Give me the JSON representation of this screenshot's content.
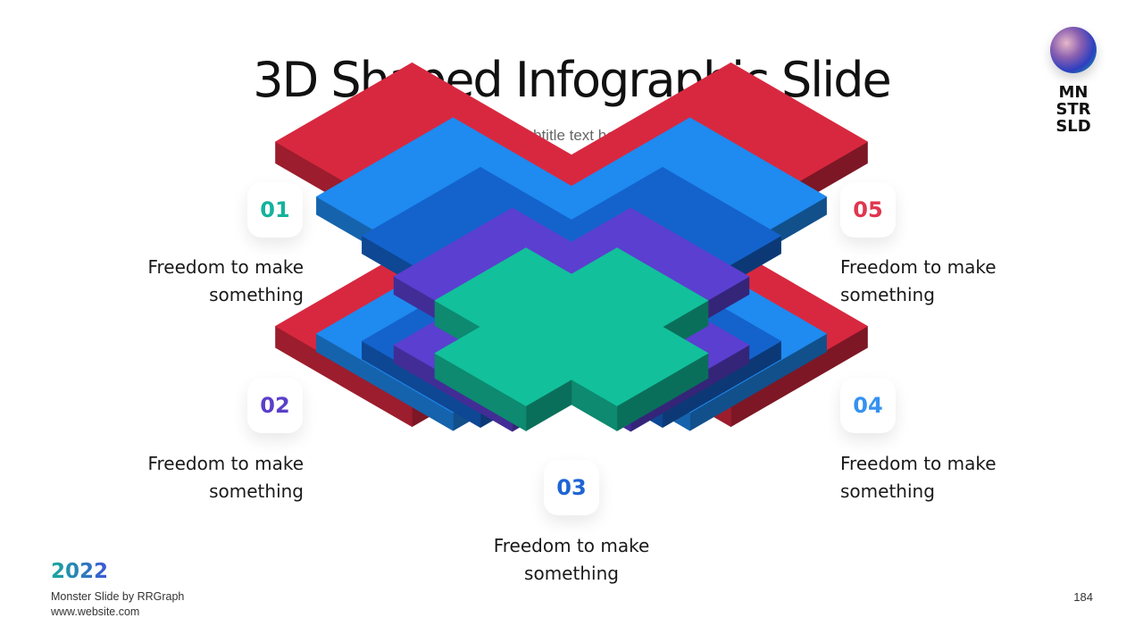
{
  "header": {
    "title": "3D Shaped Infographic Slide",
    "subtitle": "Subtitle text here"
  },
  "logo": {
    "icon": "gradient-orb-icon",
    "lines": [
      "MN",
      "STR",
      "SLD"
    ]
  },
  "items": [
    {
      "number": "01",
      "text_line1": "Freedom to make",
      "text_line2": "something",
      "color": "#13b39c"
    },
    {
      "number": "02",
      "text_line1": "Freedom to make",
      "text_line2": "something",
      "color": "#5b3fc9"
    },
    {
      "number": "03",
      "text_line1": "Freedom to make",
      "text_line2": "something",
      "color": "#1e64d4"
    },
    {
      "number": "04",
      "text_line1": "Freedom to make",
      "text_line2": "something",
      "color": "#3592f0"
    },
    {
      "number": "05",
      "text_line1": "Freedom to make",
      "text_line2": "something",
      "color": "#e0364f"
    }
  ],
  "graphic": {
    "icon": "stacked-3d-cross-icon",
    "layer_colors": [
      "#d8283f",
      "#1f8af0",
      "#1463cc",
      "#5b3fd0",
      "#12c09c"
    ]
  },
  "footer": {
    "year": "2022",
    "credit": "Monster Slide  by RRGraph",
    "website": "www.website.com",
    "page_number": "184"
  }
}
